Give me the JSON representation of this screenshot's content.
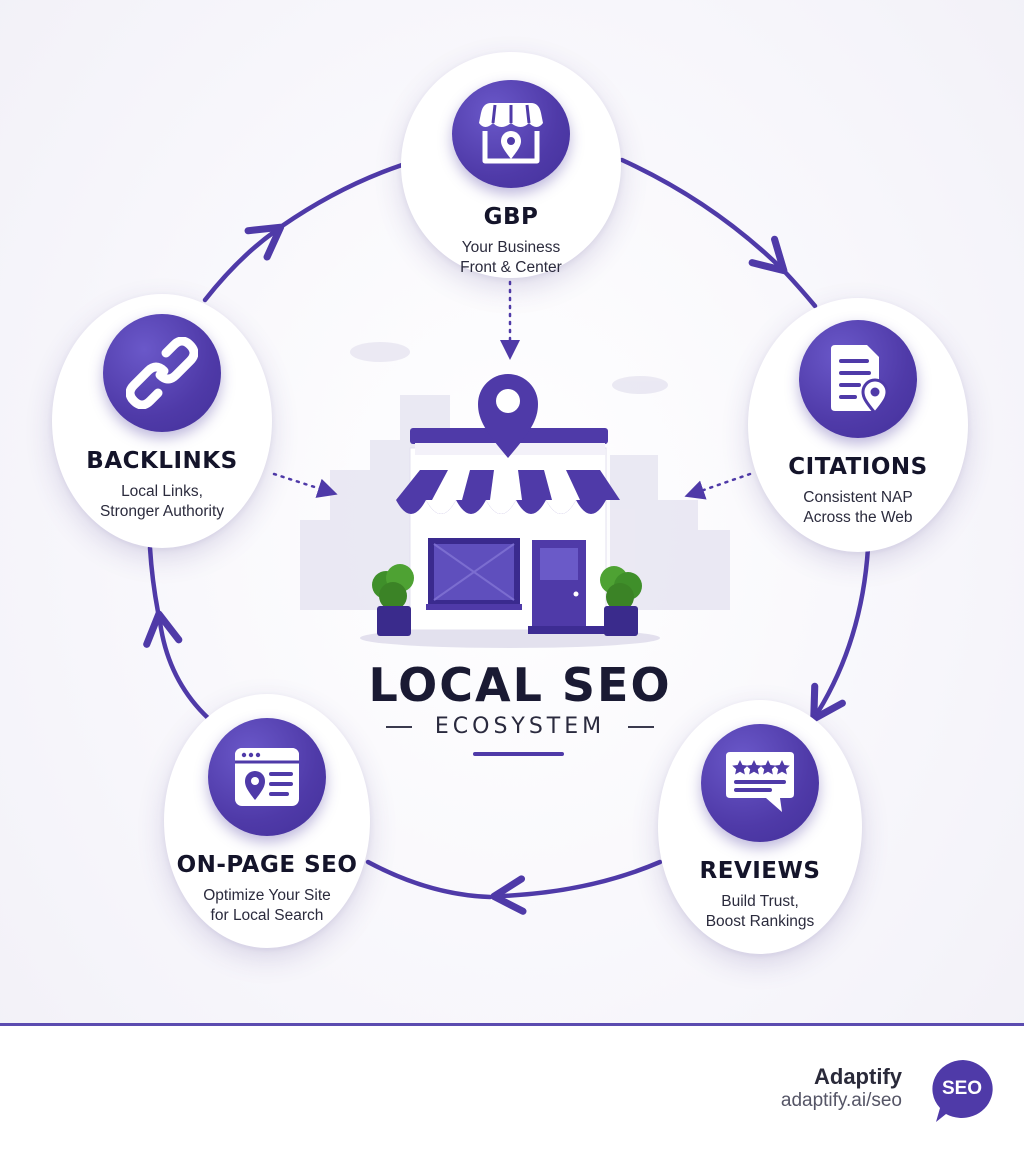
{
  "headline": "LOCAL SEO",
  "subheadline": "ECOSYSTEM",
  "colors": {
    "accent": "#4f3aa8",
    "accent_light": "#6a58c9",
    "text_dark": "#14142a"
  },
  "nodes": [
    {
      "id": "gbp",
      "icon": "storefront-pin-icon",
      "title": "GBP",
      "subtitle_lines": [
        "Your Business",
        "Front & Center"
      ]
    },
    {
      "id": "citations",
      "icon": "document-pin-icon",
      "title": "CITATIONS",
      "subtitle_lines": [
        "Consistent NAP",
        "Across the Web"
      ]
    },
    {
      "id": "reviews",
      "icon": "review-stars-icon",
      "title": "REVIEWS",
      "subtitle_lines": [
        "Build Trust,",
        "Boost Rankings"
      ]
    },
    {
      "id": "onpage",
      "icon": "browser-location-icon",
      "title": "ON-PAGE SEO",
      "subtitle_lines": [
        "Optimize Your Site",
        "for Local Search"
      ]
    },
    {
      "id": "backlinks",
      "icon": "chain-link-icon",
      "title": "BACKLINKS",
      "subtitle_lines": [
        "Local Links,",
        "Stronger Authority"
      ]
    }
  ],
  "center_icon": "storefront-illustration",
  "footer": {
    "brand": "Adaptify",
    "url": "adaptify.ai/seo",
    "badge": "SEO"
  }
}
